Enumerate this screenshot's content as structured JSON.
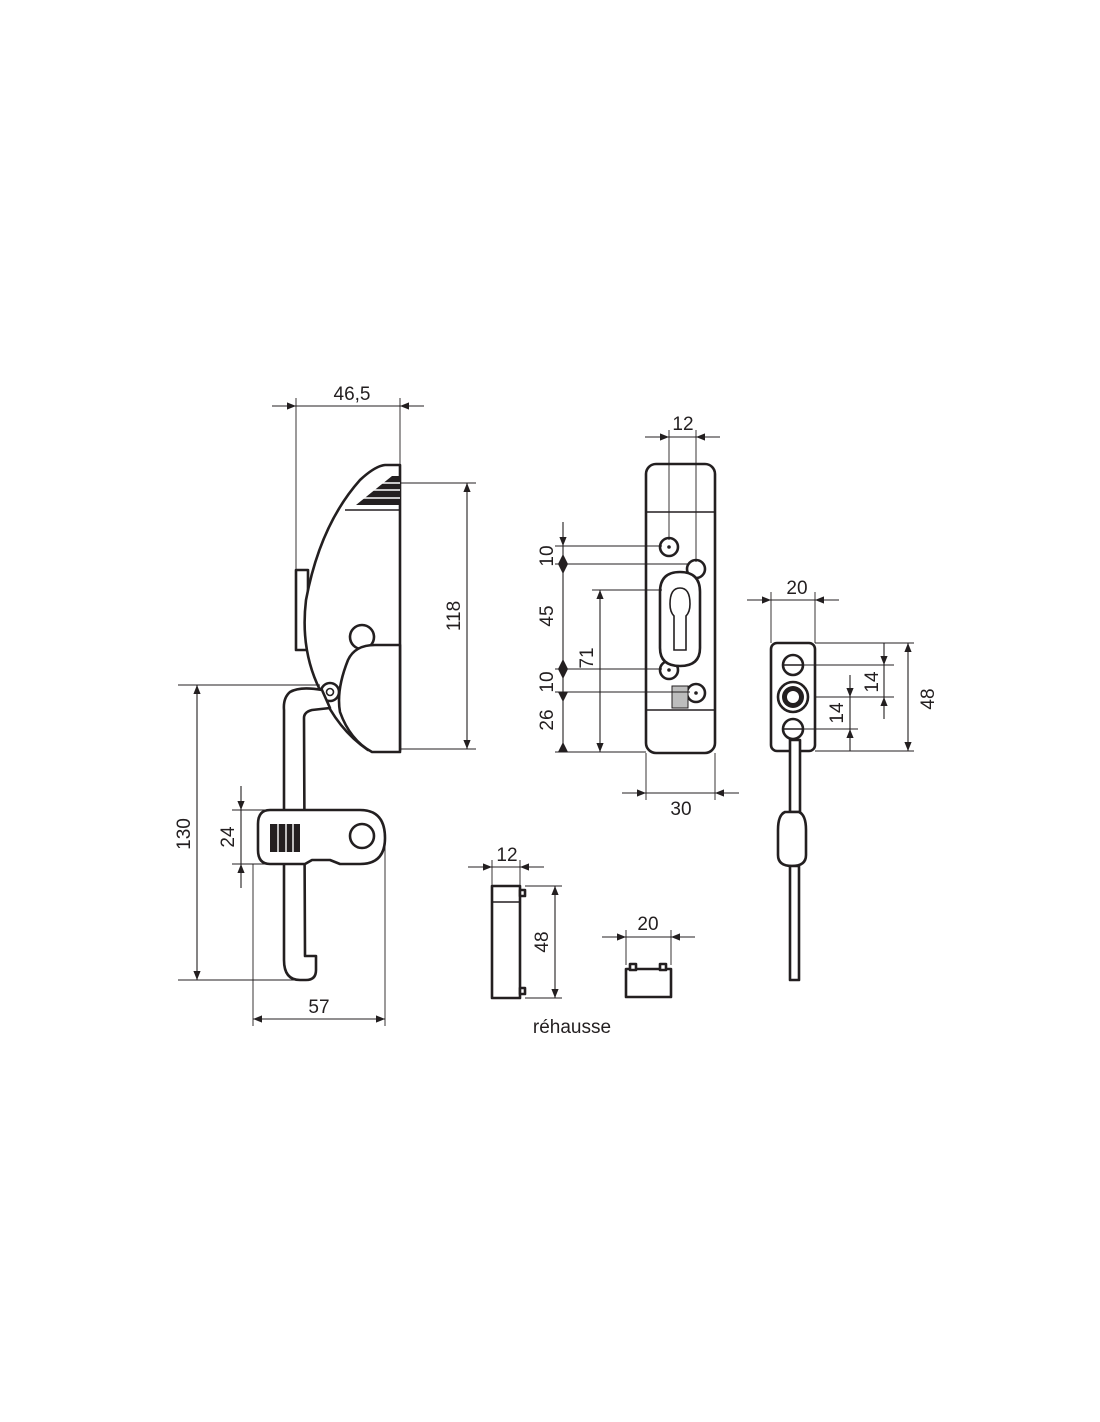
{
  "dimensions": {
    "body_width": "46,5",
    "body_height": "118",
    "handle_height": "130",
    "handle_width": "57",
    "clip_height": "24",
    "plate_cyl_width": "12",
    "plate_screw_top": "10",
    "plate_cyl_len": "45",
    "plate_gap": "10",
    "plate_bottom": "26",
    "plate_total": "71",
    "plate_width": "30",
    "keeper_width": "20",
    "keeper_spacing_top": "14",
    "keeper_spacing_bottom": "14",
    "keeper_height": "48",
    "riser_width": "12",
    "riser_height": "48",
    "small_part_width": "20"
  },
  "caption": "réhausse"
}
